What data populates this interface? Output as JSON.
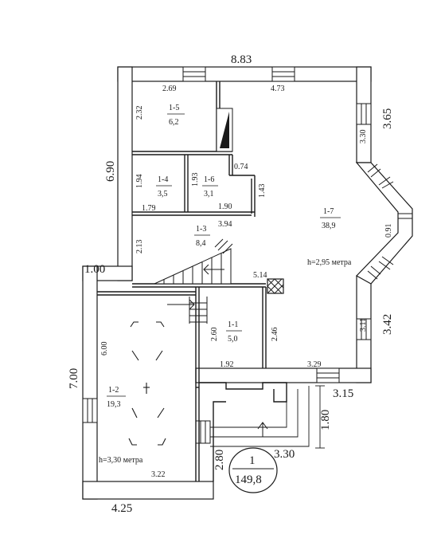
{
  "outer_dims": {
    "top": "8.83",
    "right_upper": "3.65",
    "right_lower": "3.42",
    "left_upper": "6.90",
    "left_step": "1.00",
    "left_lower": "7.00",
    "bottom_left": "4.25",
    "porch_right": "3.15",
    "porch_depth": "1.80",
    "porch_width": "3.30",
    "porch_side": "2.80"
  },
  "inner_dims": {
    "d_2_69": "2.69",
    "d_4_73": "4.73",
    "d_2_32": "2.32",
    "d_3_30": "3.30",
    "d_0_74": "0.74",
    "d_1_94": "1.94",
    "d_1_93": "1.93",
    "d_1_43": "1.43",
    "d_1_79": "1.79",
    "d_1_90": "1.90",
    "d_3_94": "3.94",
    "d_0_91": "0.91",
    "d_2_13": "2.13",
    "d_5_14": "5.14",
    "d_6_00": "6.00",
    "d_2_60": "2.60",
    "d_2_46": "2.46",
    "d_3_11": "3.11",
    "d_1_92": "1.92",
    "d_3_29": "3.29",
    "d_3_22": "3.22"
  },
  "rooms": [
    {
      "id": "1-5",
      "area": "6,2"
    },
    {
      "id": "1-4",
      "area": "3,5"
    },
    {
      "id": "1-6",
      "area": "3,1"
    },
    {
      "id": "1-3",
      "area": "8,4"
    },
    {
      "id": "1-7",
      "area": "38,9"
    },
    {
      "id": "1-1",
      "area": "5,0"
    },
    {
      "id": "1-2",
      "area": "19,3"
    }
  ],
  "heights": {
    "main": "h=2,95 метра",
    "garage": "h=3,30 метра"
  },
  "floor_badge": {
    "floor": "1",
    "total_area": "149,8"
  }
}
